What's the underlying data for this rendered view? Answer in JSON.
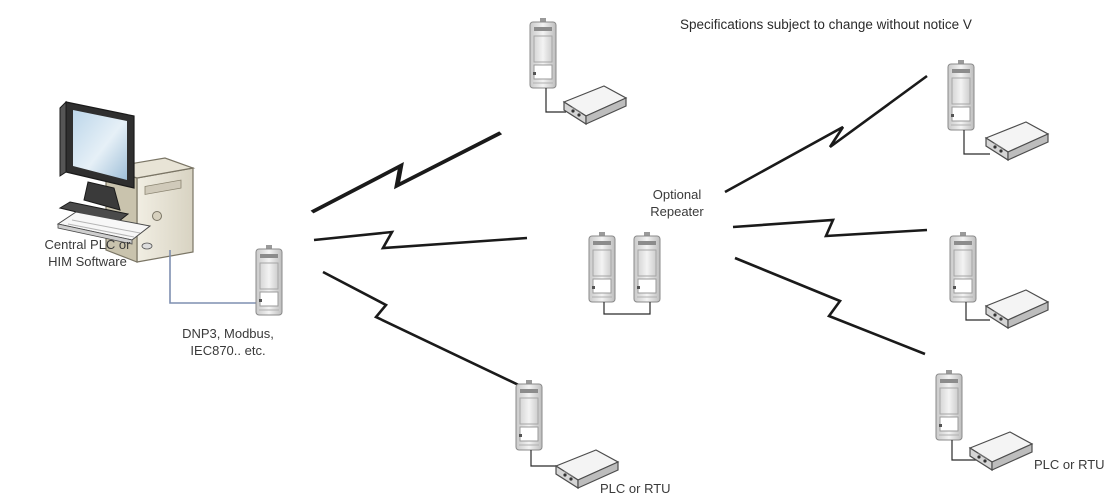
{
  "notice": "Specifications subject to change without notice V",
  "labels": {
    "central_line1": "Central PLC or",
    "central_line2": "HIM Software",
    "protocols_line1": "DNP3, Modbus,",
    "protocols_line2": "IEC870..  etc.",
    "repeater_line1": "Optional",
    "repeater_line2": "Repeater",
    "plc_left": "PLC or RTU",
    "plc_right": "PLC or RTU"
  },
  "colors": {
    "link": "#1a1a1a",
    "cable_master": "#7f8fb0",
    "cable_remote": "#2a2a2a",
    "device_shade": "#d9d9d9"
  },
  "icons": [
    "computer-workstation-icon",
    "radio-modem-icon",
    "plc-rtu-box-icon",
    "wireless-link-icon"
  ]
}
